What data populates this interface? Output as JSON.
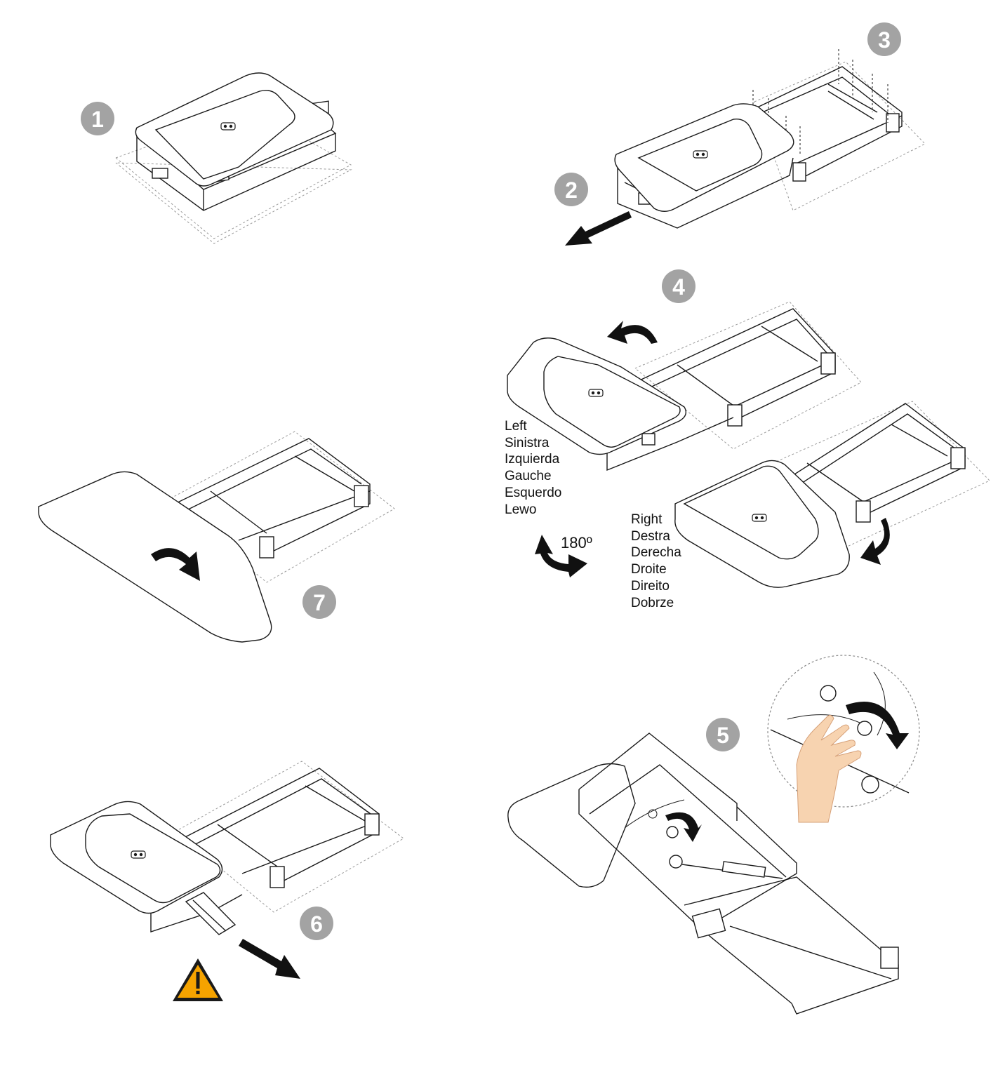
{
  "steps": [
    {
      "number": "1"
    },
    {
      "number": "2"
    },
    {
      "number": "3"
    },
    {
      "number": "4"
    },
    {
      "number": "5"
    },
    {
      "number": "6"
    },
    {
      "number": "7"
    }
  ],
  "rotation": {
    "angle_label": "180º"
  },
  "left_labels": [
    "Left",
    "Sinistra",
    "Izquierda",
    "Gauche",
    "Esquerdo",
    "Lewo"
  ],
  "right_labels": [
    "Right",
    "Destra",
    "Derecha",
    "Droite",
    "Direito",
    "Dobrze"
  ],
  "icons": {
    "warning": "warning-triangle-icon",
    "pull_arrow": "arrow-icon",
    "rotate_arrow": "curved-arrow-icon",
    "hand": "hand-icon"
  },
  "colors": {
    "badge": "#a3a3a3",
    "warning_fill": "#f5a300",
    "hand_fill": "#f7d3b0",
    "line": "#1a1a1a"
  }
}
